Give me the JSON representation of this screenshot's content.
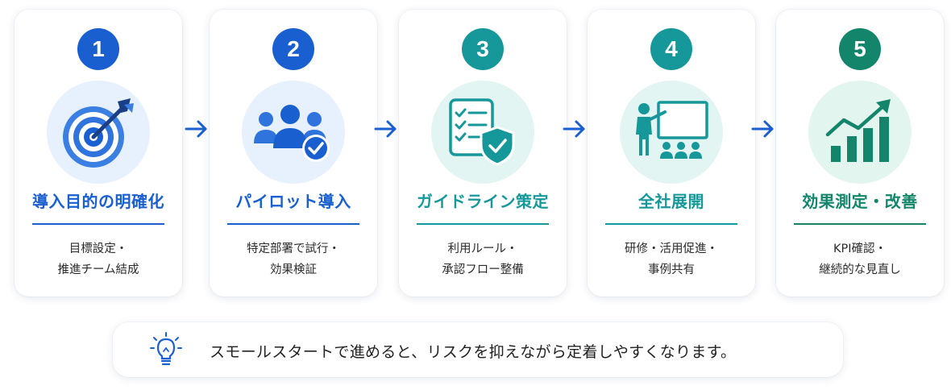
{
  "steps": [
    {
      "number": "1",
      "title": "導入目的の明確化",
      "desc": [
        "目標設定・",
        "推進チーム結成"
      ],
      "icon": "target-icon",
      "accent": "#1a5fd0",
      "tint": "#e7f0fd"
    },
    {
      "number": "2",
      "title": "パイロット導入",
      "desc": [
        "特定部署で試行・",
        "効果検証"
      ],
      "icon": "team-check-icon",
      "accent": "#1a5fd0",
      "tint": "#e7f0fd"
    },
    {
      "number": "3",
      "title": "ガイドライン策定",
      "desc": [
        "利用ルール・",
        "承認フロー整備"
      ],
      "icon": "checklist-shield-icon",
      "accent": "#16989a",
      "tint": "#e3f5f3"
    },
    {
      "number": "4",
      "title": "全社展開",
      "desc": [
        "研修・活用促進・",
        "事例共有"
      ],
      "icon": "presentation-icon",
      "accent": "#16989a",
      "tint": "#e3f5f3"
    },
    {
      "number": "5",
      "title": "効果測定・改善",
      "desc": [
        "KPI確認・",
        "継続的な見直し"
      ],
      "icon": "growth-chart-icon",
      "accent": "#13856a",
      "tint": "#e3f5ef"
    }
  ],
  "arrow_icon": "arrow-right-icon",
  "tip": {
    "icon": "lightbulb-icon",
    "text": "スモールスタートで進めると、リスクを抑えながら定着しやすくなります。"
  },
  "colors": {
    "blue": "#1a5fd0",
    "teal": "#16989a",
    "green": "#13856a",
    "text": "#2b2b2b"
  }
}
